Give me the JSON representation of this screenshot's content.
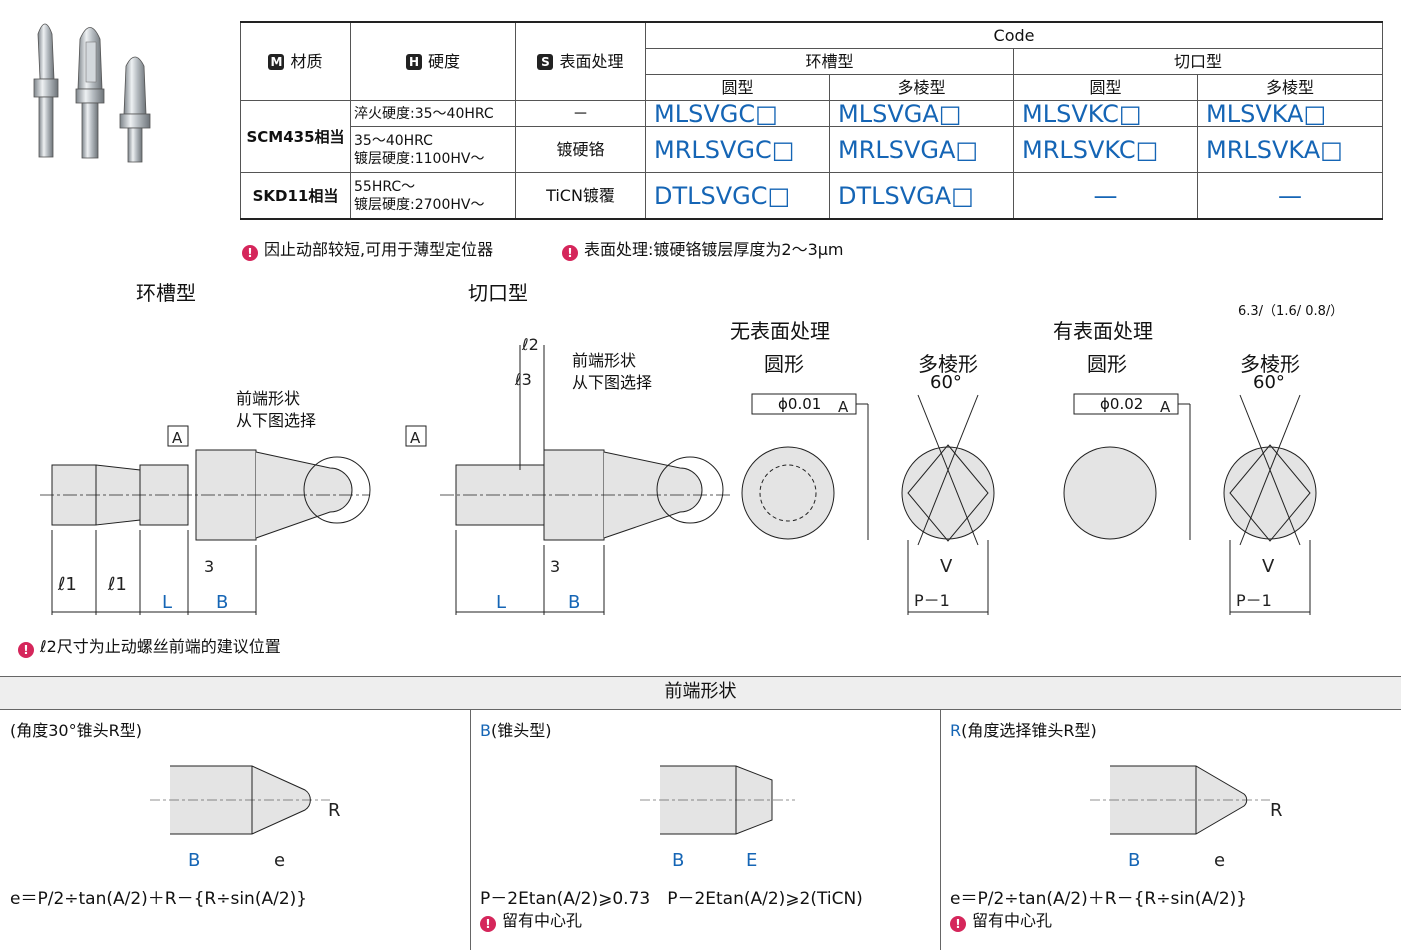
{
  "table": {
    "headers": {
      "material": "材质",
      "hardness": "硬度",
      "surface": "表面处理",
      "code": "Code",
      "groove": "环槽型",
      "cut": "切口型",
      "round": "圆型",
      "multi": "多棱型"
    },
    "badges": {
      "material": "M",
      "hardness": "H",
      "surface": "S"
    },
    "rows": [
      {
        "material": "SCM435相当",
        "hardness1": "淬火硬度:35～40HRC",
        "surface1": "－",
        "codes1": [
          "MLSVGC□",
          "MLSVGA□",
          "MLSVKC□",
          "MLSVKA□"
        ],
        "hardness2a": "35～40HRC",
        "hardness2b": "镀层硬度:1100HV～",
        "surface2": "镀硬铬",
        "codes2": [
          "MRLSVGC□",
          "MRLSVGA□",
          "MRLSVKC□",
          "MRLSVKA□"
        ]
      },
      {
        "material": "SKD11相当",
        "hardness_a": "55HRC～",
        "hardness_b": "镀层硬度:2700HV～",
        "surface": "TiCN镀覆",
        "codes": [
          "DTLSVGC□",
          "DTLSVGA□",
          "—",
          "—"
        ]
      }
    ]
  },
  "notes": {
    "note1": "因止动部较短,可用于薄型定位器",
    "note2": "表面处理:镀硬铬镀层厚度为2～3μm",
    "note3": "ℓ2尺寸为止动螺丝前端的建议位置"
  },
  "drawings": {
    "groove_title": "环槽型",
    "cut_title": "切口型",
    "no_treatment": "无表面处理",
    "with_treatment": "有表面处理",
    "round": "圆形",
    "multi": "多棱形",
    "tip_shape": "前端形状",
    "select_below": "从下图选择",
    "angle60": "60°",
    "tol1": "ϕ0.01",
    "tol2": "ϕ0.02",
    "datum": "A",
    "roughness": "6.3/（1.6/ 0.8/）"
  },
  "tip_section": {
    "title": "前端形状",
    "col1_title": "(角度30°锥头R型)",
    "col2_code": "B",
    "col2_title": "(锥头型)",
    "col3_code": "R",
    "col3_title": "(角度选择锥头R型)",
    "formula1": "e＝P/2÷tan(A/2)＋R－{R÷sin(A/2)}",
    "formula2": "P－2Etan(A/2)⩾0.73　P－2Etan(A/2)⩾2(TiCN)",
    "formula3": "e＝P/2÷tan(A/2)＋R－{R÷sin(A/2)}",
    "center_hole": "留有中心孔"
  }
}
